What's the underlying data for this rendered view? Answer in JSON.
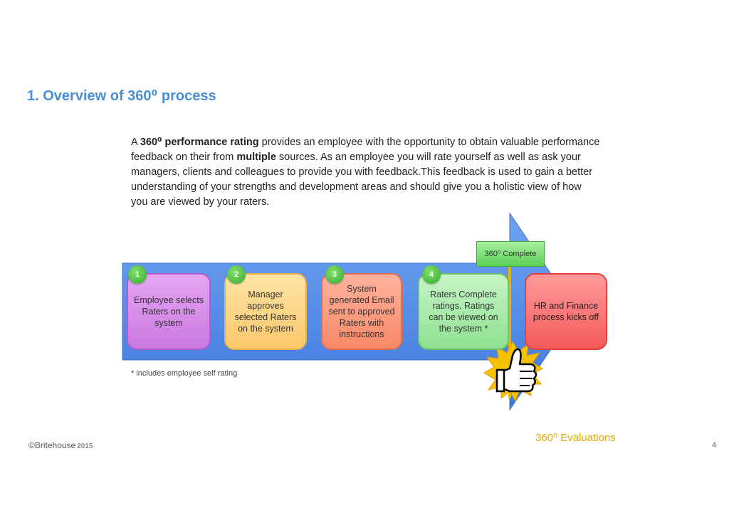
{
  "slide": {
    "title": "1. Overview of 360⁰ process",
    "intro": {
      "prefix": "A ",
      "bold_term": "360⁰ performance rating",
      "part2": " provides an employee with the opportunity to obtain valuable performance feedback on their from ",
      "bold_multiple": "multiple",
      "part3": " sources. As an employee you will rate yourself as well as ask your managers, clients and colleagues to provide you with feedback.This feedback is used to gain a better understanding of your strengths and development areas and should give you a holistic view of how you are viewed by your raters."
    },
    "steps": [
      {
        "number": "1",
        "text": "Employee selects Raters on the system",
        "color": "#d98ae8"
      },
      {
        "number": "2",
        "text": "Manager approves selected Raters on the system",
        "color": "#fcd489"
      },
      {
        "number": "3",
        "text": "System generated Email sent to approved Raters with instructions",
        "color": "#fa9c80"
      },
      {
        "number": "4",
        "text": "Raters Complete ratings. Ratings can be viewed on the system *",
        "color": "#a9ecac"
      },
      {
        "number": "",
        "text": "HR and Finance process kicks off",
        "color": "#f97070"
      }
    ],
    "milestone": "360⁰ Complete",
    "footnote": "* includes employee self rating",
    "badge_label": "360⁰ Evaluations",
    "brand": "©Britehouse",
    "brand_year": "2015",
    "page_number": "4",
    "colors": {
      "title": "#4a8fd6",
      "arrow": "#4a86e8",
      "badge": "#3aa832",
      "evaluations": "#e0a800"
    }
  }
}
